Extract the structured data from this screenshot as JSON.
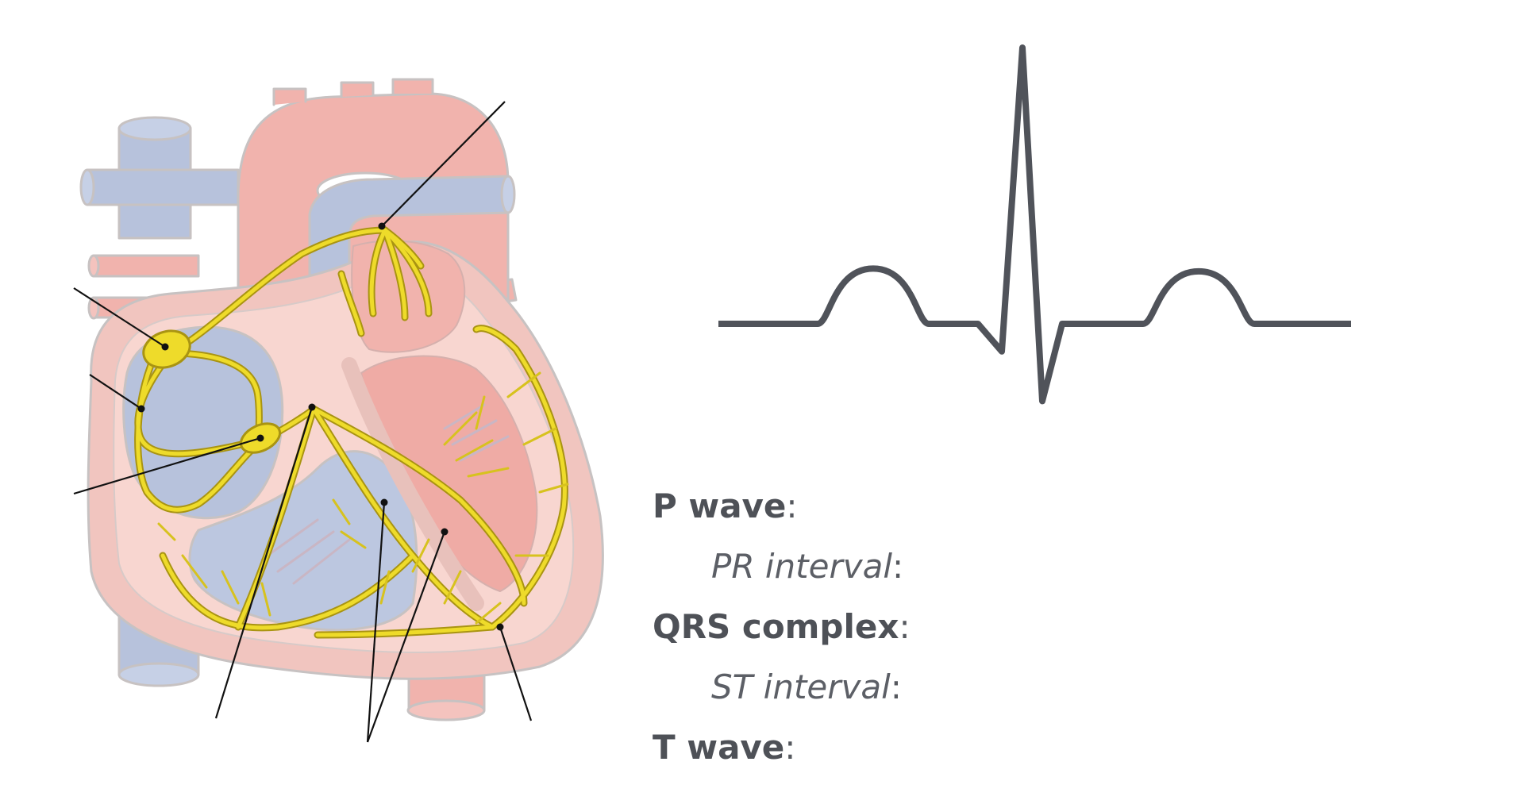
{
  "colors": {
    "vein_blue": "#b7c2dc",
    "artery_red": "#f1b3ad",
    "wall_pink": "#f8d6d0",
    "outline": "#c7c2c2",
    "conduction_yellow": "#eedb2a",
    "conduction_outline": "#a99412",
    "leader_line": "#111111",
    "ecg_trace": "#50535a",
    "label_text": "#55585e"
  },
  "ecg": {
    "waves": [
      {
        "name": "P",
        "relative_amplitude": 0.2
      },
      {
        "name": "Q",
        "relative_amplitude": -0.1
      },
      {
        "name": "R",
        "relative_amplitude": 1.0
      },
      {
        "name": "S",
        "relative_amplitude": -0.28
      },
      {
        "name": "T",
        "relative_amplitude": 0.19
      }
    ]
  },
  "labels": [
    {
      "term": "P wave",
      "style": "bold"
    },
    {
      "term": "PR interval",
      "style": "italic"
    },
    {
      "term": "QRS complex",
      "style": "bold"
    },
    {
      "term": "ST interval",
      "style": "italic"
    },
    {
      "term": "T wave",
      "style": "bold"
    }
  ],
  "punctuation": {
    "colon": ":"
  }
}
